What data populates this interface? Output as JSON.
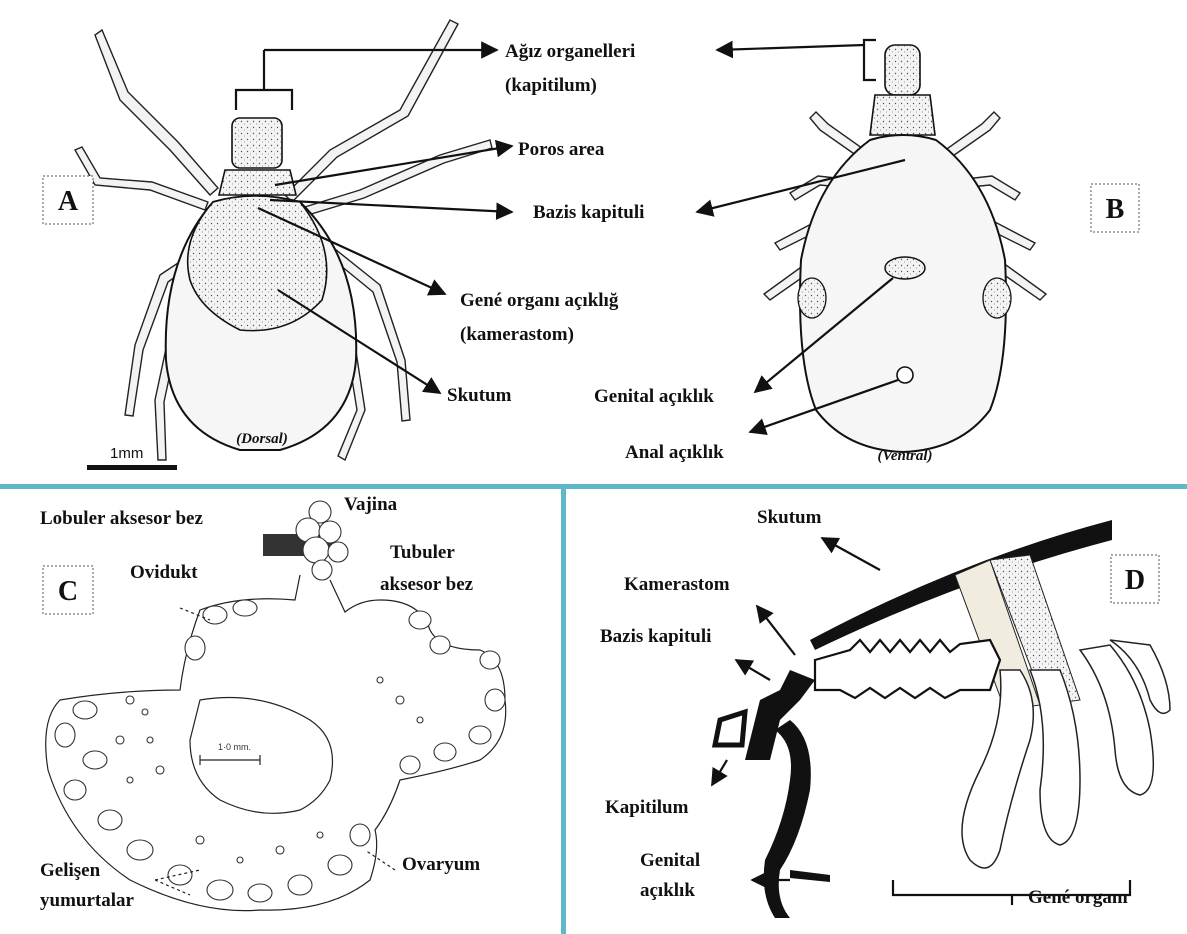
{
  "panels": {
    "A": {
      "letter": "A",
      "view": "(Dorsal)",
      "scale_bar": "1mm",
      "labels": {
        "mouthparts_line1": "Ağız organelleri",
        "mouthparts_line2": "(kapitilum)",
        "porose_area": "Poros area",
        "basis_capituli": "Bazis kapituli",
        "gene_organ_line1": "Gené organı açıklığ",
        "gene_organ_line2": "(kamerastom)",
        "scutum": "Skutum"
      }
    },
    "B": {
      "letter": "B",
      "view": "(Ventral)",
      "labels": {
        "genital_opening": "Genital açıklık",
        "anal_opening": "Anal açıklık"
      }
    },
    "C": {
      "letter": "C",
      "scale_bar": "1·0 mm.",
      "labels": {
        "lobular_gland": "Lobuler aksesor bez",
        "vagina": "Vajina",
        "tubular_line1": "Tubuler",
        "tubular_line2": "aksesor bez",
        "oviduct": "Ovidukt",
        "eggs_line1": "Gelişen",
        "eggs_line2": "yumurtalar",
        "ovary": "Ovaryum"
      }
    },
    "D": {
      "letter": "D",
      "labels": {
        "scutum": "Skutum",
        "camerostome": "Kamerastom",
        "basis_capituli": "Bazis kapituli",
        "capitulum": "Kapitilum",
        "genital_line1": "Genital",
        "genital_line2": "açıklık",
        "gene_organ": "Gené organı"
      }
    }
  },
  "colors": {
    "divider": "#5fb7c9",
    "ink": "#111111"
  }
}
